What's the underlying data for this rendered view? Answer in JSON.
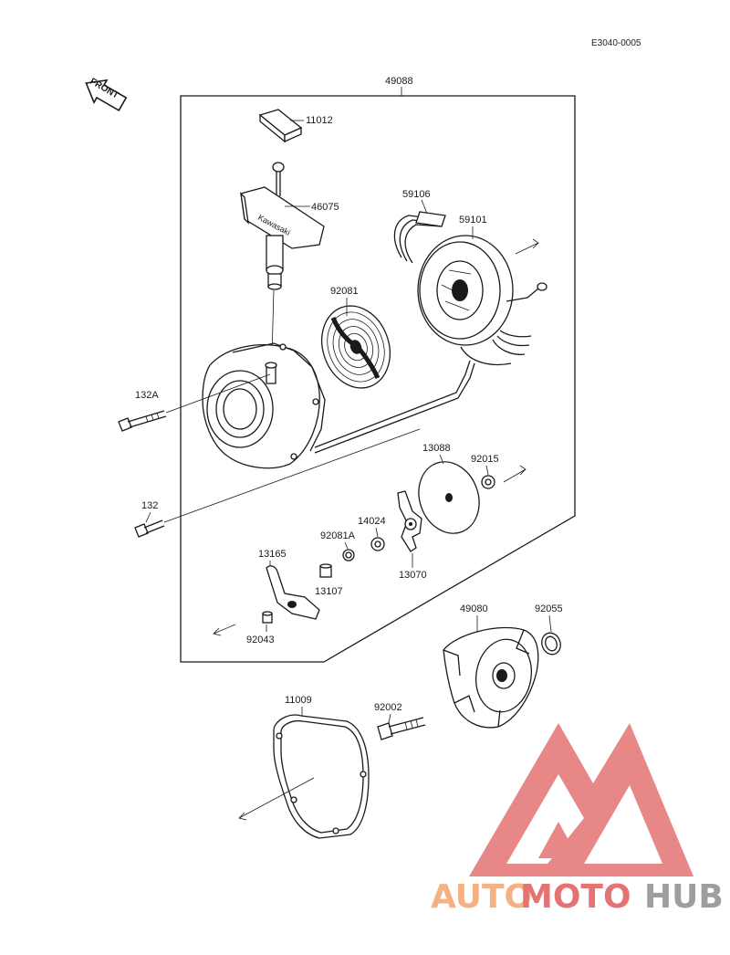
{
  "diagram": {
    "code": "E3040-0005",
    "front_label": "FRONT",
    "assembly_number": "49088",
    "parts": {
      "p11012": "11012",
      "p46075": "46075",
      "p59106": "59106",
      "p59101": "59101",
      "p92081": "92081",
      "p132A": "132A",
      "p132": "132",
      "p13088": "13088",
      "p92015": "92015",
      "p14024": "14024",
      "p92081A": "92081A",
      "p13070": "13070",
      "p13165": "13165",
      "p13107": "13107",
      "p92043": "92043",
      "p49080": "49080",
      "p92055": "92055",
      "p11009": "11009",
      "p92002": "92002"
    },
    "handle_brand": "Kawasaki"
  },
  "watermark": {
    "part1": "AUTO",
    "part2": "MOTO",
    "part3": "HUB",
    "color_light": "#f4b183",
    "color_red": "#e57373",
    "color_gray": "#9e9e9e"
  }
}
